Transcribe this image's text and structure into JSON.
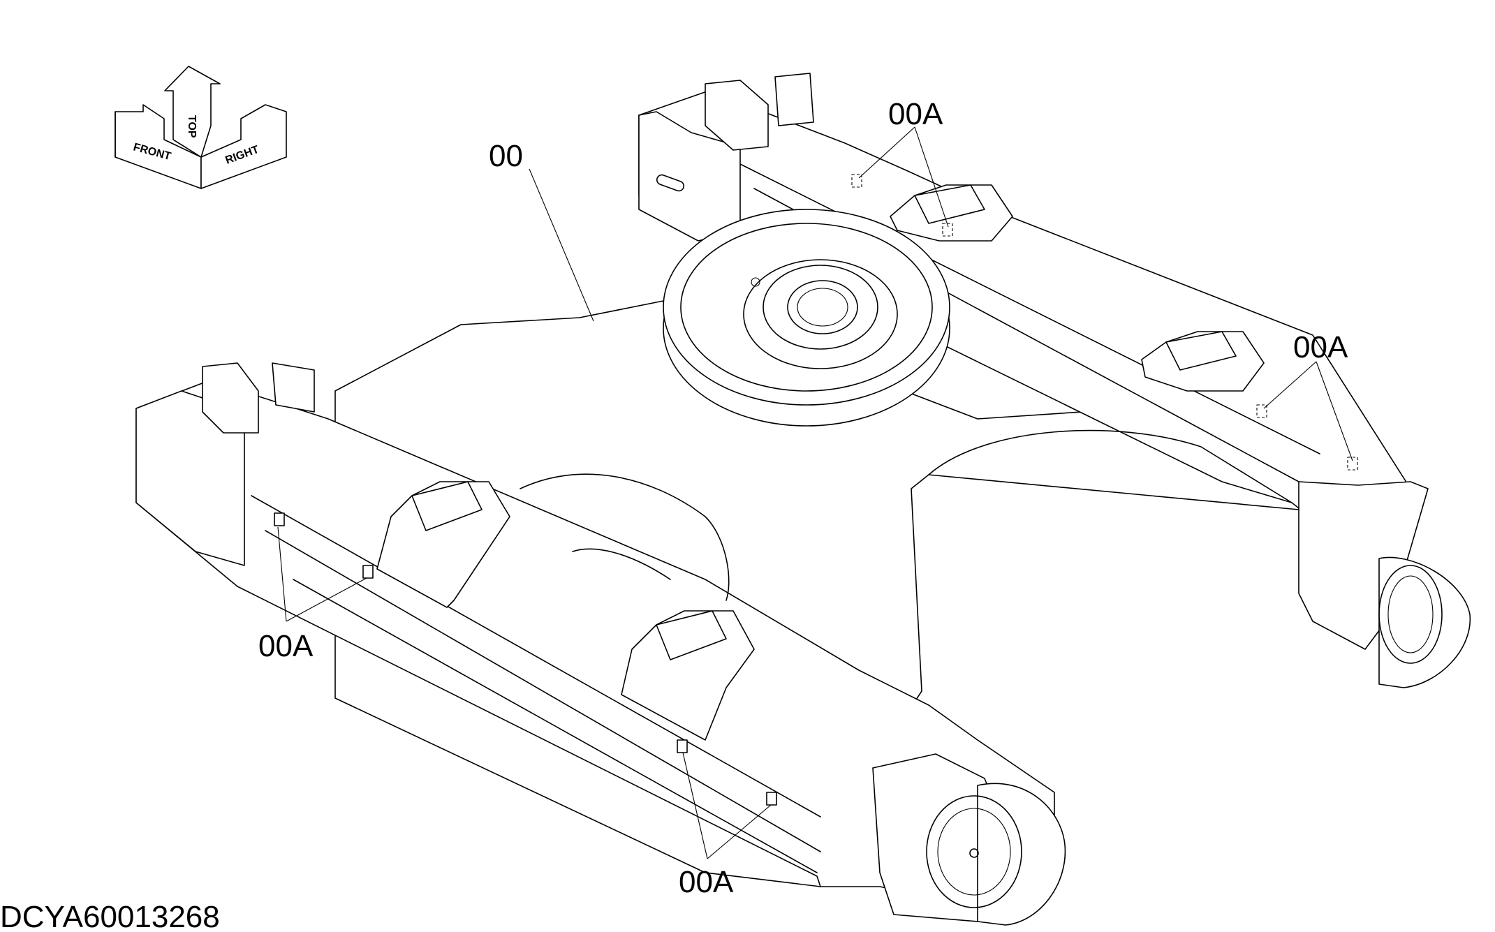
{
  "orientation": {
    "front": "FRONT",
    "top": "TOP",
    "right": "RIGHT"
  },
  "labels": {
    "frame": "00",
    "pad_a": "00A",
    "pad_b": "00A",
    "pad_c": "00A",
    "pad_d": "00A"
  },
  "drawing_code": "DCYA60013268"
}
